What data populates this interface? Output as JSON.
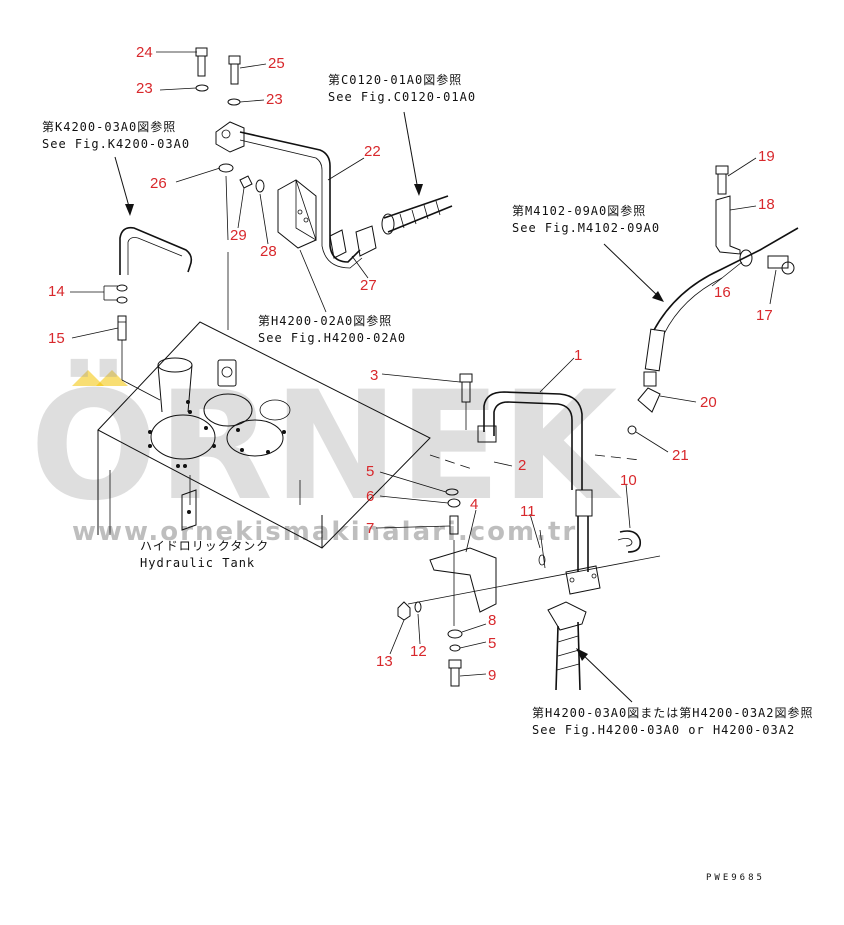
{
  "diagram": {
    "callouts": [
      {
        "id": "c24a",
        "label": "24"
      },
      {
        "id": "c25",
        "label": "25"
      },
      {
        "id": "c23a",
        "label": "23"
      },
      {
        "id": "c23b",
        "label": "23"
      },
      {
        "id": "c22",
        "label": "22"
      },
      {
        "id": "c26",
        "label": "26"
      },
      {
        "id": "c29",
        "label": "29"
      },
      {
        "id": "c28",
        "label": "28"
      },
      {
        "id": "c27",
        "label": "27"
      },
      {
        "id": "c14",
        "label": "14"
      },
      {
        "id": "c15",
        "label": "15"
      },
      {
        "id": "c19",
        "label": "19"
      },
      {
        "id": "c18",
        "label": "18"
      },
      {
        "id": "c16",
        "label": "16"
      },
      {
        "id": "c17",
        "label": "17"
      },
      {
        "id": "c1",
        "label": "1"
      },
      {
        "id": "c3",
        "label": "3"
      },
      {
        "id": "c20",
        "label": "20"
      },
      {
        "id": "c21",
        "label": "21"
      },
      {
        "id": "c2",
        "label": "2"
      },
      {
        "id": "c5a",
        "label": "5"
      },
      {
        "id": "c6",
        "label": "6"
      },
      {
        "id": "c7",
        "label": "7"
      },
      {
        "id": "c4",
        "label": "4"
      },
      {
        "id": "c11",
        "label": "11"
      },
      {
        "id": "c10",
        "label": "10"
      },
      {
        "id": "c8",
        "label": "8"
      },
      {
        "id": "c5b",
        "label": "5"
      },
      {
        "id": "c9",
        "label": "9"
      },
      {
        "id": "c13",
        "label": "13"
      },
      {
        "id": "c12",
        "label": "12"
      }
    ],
    "references": {
      "c0120_jp": "第C0120-01A0図参照",
      "c0120_en": "See Fig.C0120-01A0",
      "k4200_jp": "第K4200-03A0図参照",
      "k4200_en": "See Fig.K4200-03A0",
      "m4102_jp": "第M4102-09A0図参照",
      "m4102_en": "See Fig.M4102-09A0",
      "h4200_02_jp": "第H4200-02A0図参照",
      "h4200_02_en": "See Fig.H4200-02A0",
      "h4200_03_jp": "第H4200-03A0図または第H4200-03A2図参照",
      "h4200_03_en": "See Fig.H4200-03A0 or H4200-03A2"
    },
    "tank_label_jp": "ハイドロリックタンク",
    "tank_label_en": "Hydraulic Tank",
    "drawing_code": "PWE9685"
  },
  "watermark": {
    "brand": "ÖRNEK",
    "url": "www.ornekismakinalari.com.tr",
    "accent_color": "#f2c200",
    "gray_color": "#9a9a9a"
  },
  "colors": {
    "callout": "#d8282c",
    "line": "#111111",
    "background": "#ffffff"
  }
}
